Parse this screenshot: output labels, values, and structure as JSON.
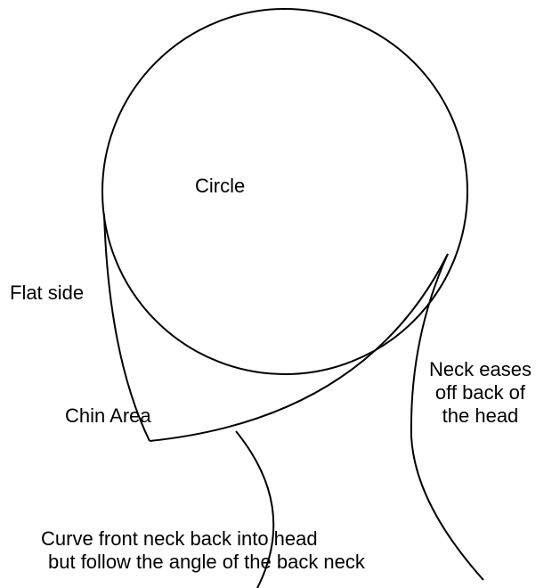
{
  "labels": {
    "circle": "Circle",
    "flat_side": "Flat side",
    "chin_area": "Chin Area",
    "neck_back": [
      "Neck eases",
      "off back of",
      "the head"
    ],
    "front_neck": [
      "Curve front neck back into head",
      "but follow the angle of the back neck"
    ]
  },
  "colors": {
    "stroke": "#000000",
    "background": "#ffffff",
    "text": "#000000"
  }
}
